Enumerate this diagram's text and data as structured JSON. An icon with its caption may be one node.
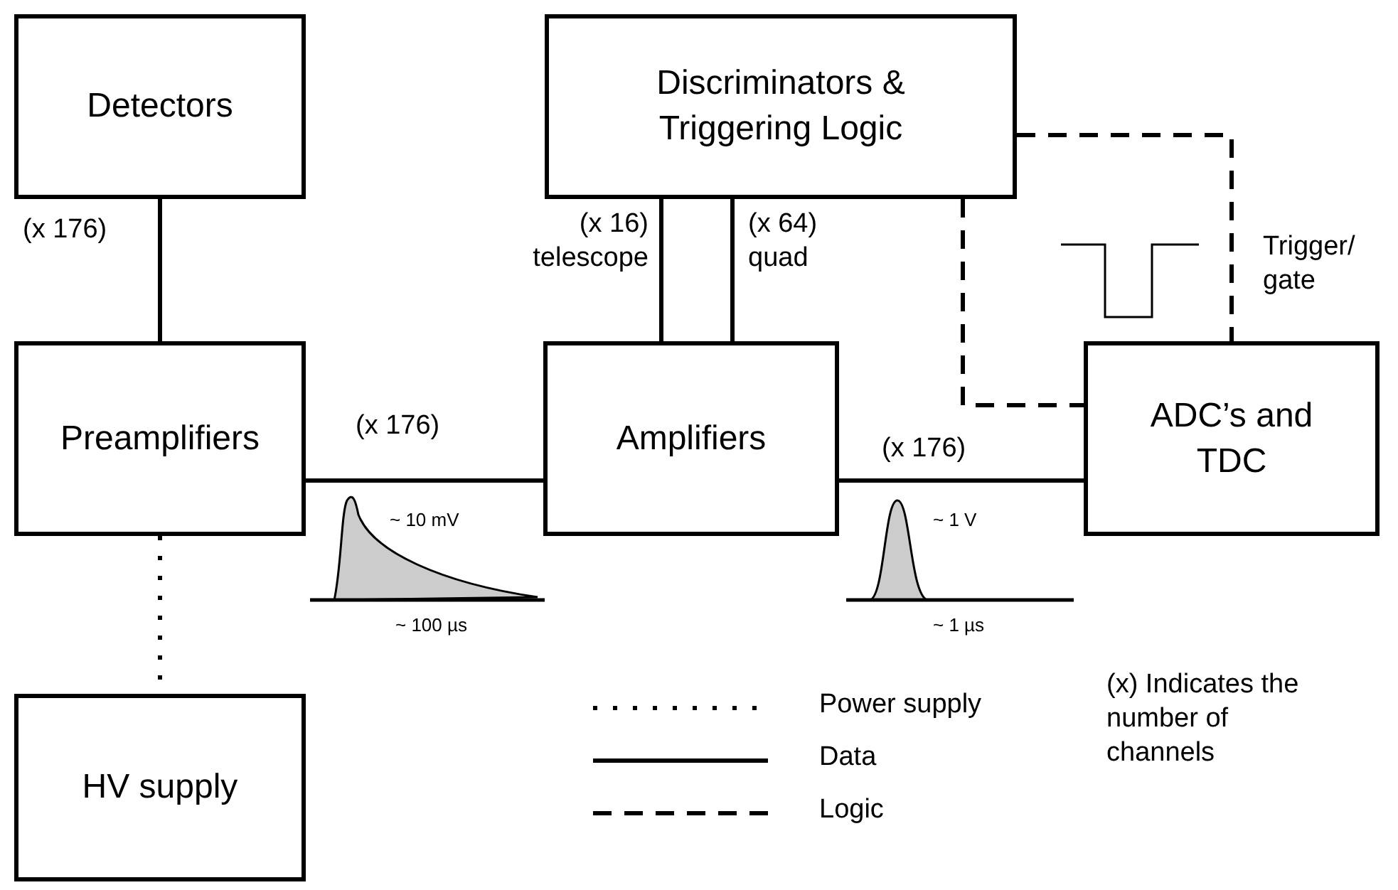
{
  "diagram": {
    "nodes": [
      {
        "text": [
          "Detectors"
        ]
      },
      {
        "text": [
          "Discriminators & Triggering Logic"
        ]
      },
      {
        "text": [
          "Preamplifiers"
        ]
      },
      {
        "text": [
          "Amplifiers"
        ]
      },
      {
        "text": [
          "ADC’s and TDC"
        ]
      },
      {
        "text": [
          "HV supply"
        ]
      }
    ],
    "edges": [
      {
        "from": 0,
        "to": 2,
        "arrow": "none",
        "label": "(x 176)"
      },
      {
        "from": 1,
        "to": 3,
        "arrow": "none",
        "label": "(x 16) telescope"
      },
      {
        "from": 1,
        "to": 3,
        "arrow": "none",
        "label": "(x 64) quad"
      },
      {
        "from": 2,
        "to": 3,
        "arrow": "none",
        "label": "(x 176)"
      },
      {
        "from": 3,
        "to": 4,
        "arrow": "none",
        "label": "(x 176)"
      },
      {
        "from": 1,
        "to": 4,
        "arrow": "none",
        "style": "dashed"
      },
      {
        "from": 1,
        "to": 4,
        "arrow": "none",
        "style": "dashed"
      },
      {
        "from": 2,
        "to": 5,
        "arrow": "none",
        "style": "dashed"
      }
    ],
    "labels": [
      "Trigger/ gate",
      "~ 10 mV",
      "~ 100 µs",
      "~ 1 V",
      "~ 1 µs",
      "(x) Indicates the number of channels"
    ],
    "legend": [
      {
        "text": "Power supply"
      },
      {
        "text": "Data"
      },
      {
        "text": "Logic"
      }
    ]
  }
}
